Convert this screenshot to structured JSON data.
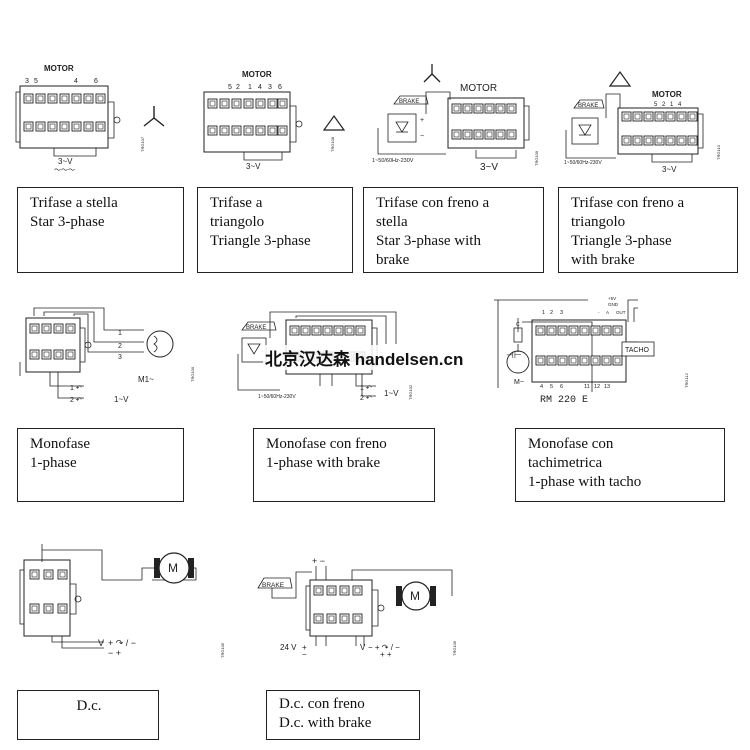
{
  "watermark": "北京汉达森 handelsen.cn",
  "common": {
    "motor": "MOTOR",
    "brake": "BRAKE",
    "v3": "3~V",
    "v1": "1~V",
    "supply": "1~50/60Hz-230V",
    "m1": "M1~",
    "mtilde": "M~",
    "m": "M",
    "tacho": "TACHO",
    "rm": "RM 220 E",
    "v24": "24 V",
    "dcv": "V"
  },
  "codes": [
    "TRG107",
    "TRG108",
    "TRG109",
    "TRG110",
    "TRG100",
    "TRG102",
    "TRG112",
    "TRG105",
    "TRG106"
  ],
  "terminals": {
    "star": [
      "3",
      "5",
      "4",
      "6"
    ],
    "tri": [
      "5",
      "2",
      "1",
      "4",
      "3",
      "6"
    ],
    "mono": [
      "1",
      "2",
      "3"
    ],
    "tacho_top": [
      "1",
      "2",
      "3",
      "+5V",
      "GND",
      "-",
      "A",
      "OUT"
    ],
    "tacho_bottom": [
      "4",
      "5",
      "6",
      "11",
      "12",
      "13"
    ]
  },
  "panels": {
    "p1": {
      "lines": [
        "Trifase a stella",
        "Star 3-phase"
      ]
    },
    "p2": {
      "lines": [
        "Trifase a",
        "triangolo",
        "Triangle 3-phase"
      ]
    },
    "p3": {
      "lines": [
        "Trifase con freno a",
        "stella",
        "Star 3-phase with",
        "brake"
      ]
    },
    "p4": {
      "lines": [
        "Trifase con freno a",
        "triangolo",
        "Triangle 3-phase",
        "with brake"
      ]
    },
    "p5": {
      "lines": [
        "Monofase",
        "1-phase"
      ]
    },
    "p6": {
      "lines": [
        "Monofase con freno",
        "1-phase with brake"
      ]
    },
    "p7": {
      "lines": [
        "Monofase con",
        "tachimetrica",
        "1-phase with tacho"
      ]
    },
    "p8": {
      "lines": [
        "D.c."
      ]
    },
    "p9": {
      "lines": [
        "D.c. con freno",
        "D.c. with brake"
      ]
    }
  }
}
